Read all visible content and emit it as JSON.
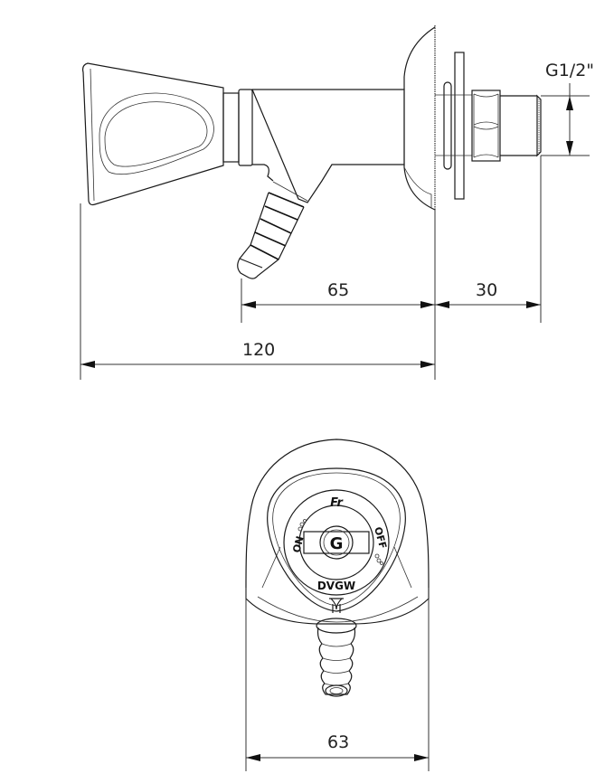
{
  "drawing": {
    "side_view": {
      "dimensions": {
        "overall_length": "120",
        "outlet_to_wall": "65",
        "thread_length": "30",
        "thread_size": "G1/2\""
      }
    },
    "front_view": {
      "dimensions": {
        "width": "63"
      },
      "markings": {
        "brand": "Fr",
        "center": "G",
        "on": "ON",
        "off": "OFF",
        "cert": "DVGW"
      }
    }
  }
}
